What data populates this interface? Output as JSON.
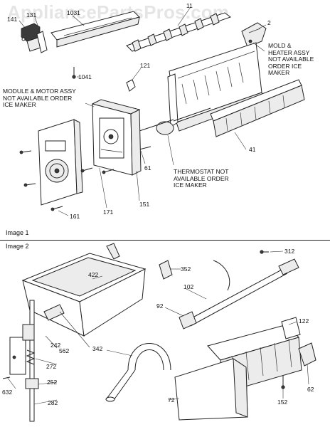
{
  "watermark": "AppliancePartsPros.com",
  "sections": [
    {
      "title": "Image 1"
    },
    {
      "title": "Image 2"
    }
  ],
  "image1": {
    "labels": {
      "p141": "141",
      "p131": "131",
      "p1031": "1031",
      "p11": "11",
      "p2": "2",
      "p1041": "1041",
      "p121": "121",
      "p61": "61",
      "p41": "41",
      "p151": "151",
      "p171": "171",
      "p161": "161"
    },
    "notes": {
      "mold": [
        "MOLD &",
        "HEATER ASSY",
        "NOT AVAILABLE",
        "ORDER ICE",
        "MAKER"
      ],
      "module": [
        "MODULE & MOTOR ASSY",
        "NOT AVAILABLE ORDER",
        "ICE MAKER"
      ],
      "thermostat": [
        "THERMOSTAT NOT",
        "AVAILABLE ORDER",
        "ICE MAKER"
      ]
    }
  },
  "image2": {
    "labels": {
      "p312": "312",
      "p422": "422",
      "p352": "352",
      "p102": "102",
      "p92": "92",
      "p122": "122",
      "p562": "562",
      "p242": "242",
      "p342": "342",
      "p272": "272",
      "p632": "632",
      "p252": "252",
      "p282": "282",
      "p72": "72",
      "p152": "152",
      "p62": "62"
    }
  }
}
